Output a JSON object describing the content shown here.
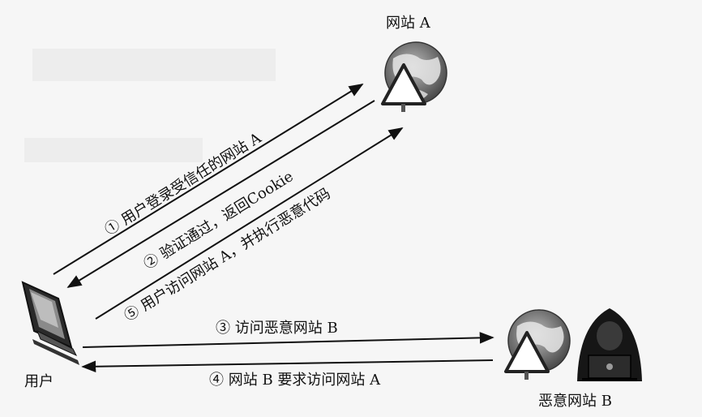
{
  "nodes": {
    "site_a": "网站 A",
    "user": "用户",
    "malicious_b": "恶意网站 B"
  },
  "steps": {
    "step1": "① 用户登录受信任的网站 A",
    "step2": "② 验证通过，返回Cookie",
    "step3": "③ 访问恶意网站 B",
    "step4": "④  网站 B 要求访问网站 A",
    "step5": "⑤ 用户访问网站 A，并执行恶意代码"
  }
}
